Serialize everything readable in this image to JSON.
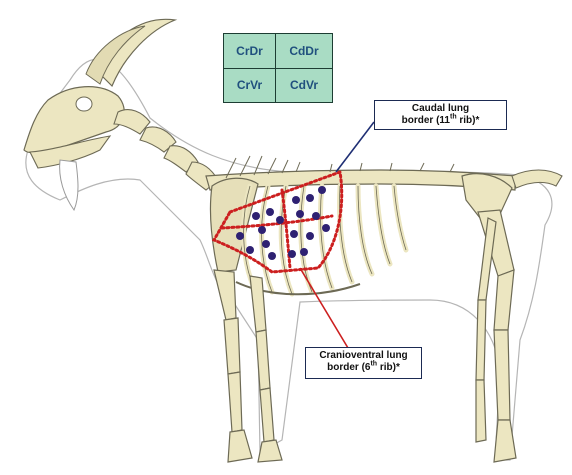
{
  "quadrants": {
    "cr_dr": "CrDr",
    "cd_dr": "CdDr",
    "cr_vr": "CrVr",
    "cd_vr": "CdVr"
  },
  "callouts": {
    "caudal": {
      "line1": "Caudal lung",
      "line2_pre": "border (11",
      "line2_sup": "th",
      "line2_post": " rib)*"
    },
    "cranioventral": {
      "line1": "Cranioventral lung",
      "line2_pre": "border (6",
      "line2_sup": "th",
      "line2_post": " rib)*"
    }
  },
  "colors": {
    "bone": "#ece6c1",
    "bone_outline": "#6d6a55",
    "body_outline": "#8a8a8a",
    "lung_border": "#cc1f1f",
    "auscultation_dot": "#2e2172",
    "quadrant_fill": "#a9dcc4",
    "quadrant_text": "#20507e",
    "caudal_leader": "#1f2f74",
    "cranio_leader": "#cc1f1f"
  }
}
